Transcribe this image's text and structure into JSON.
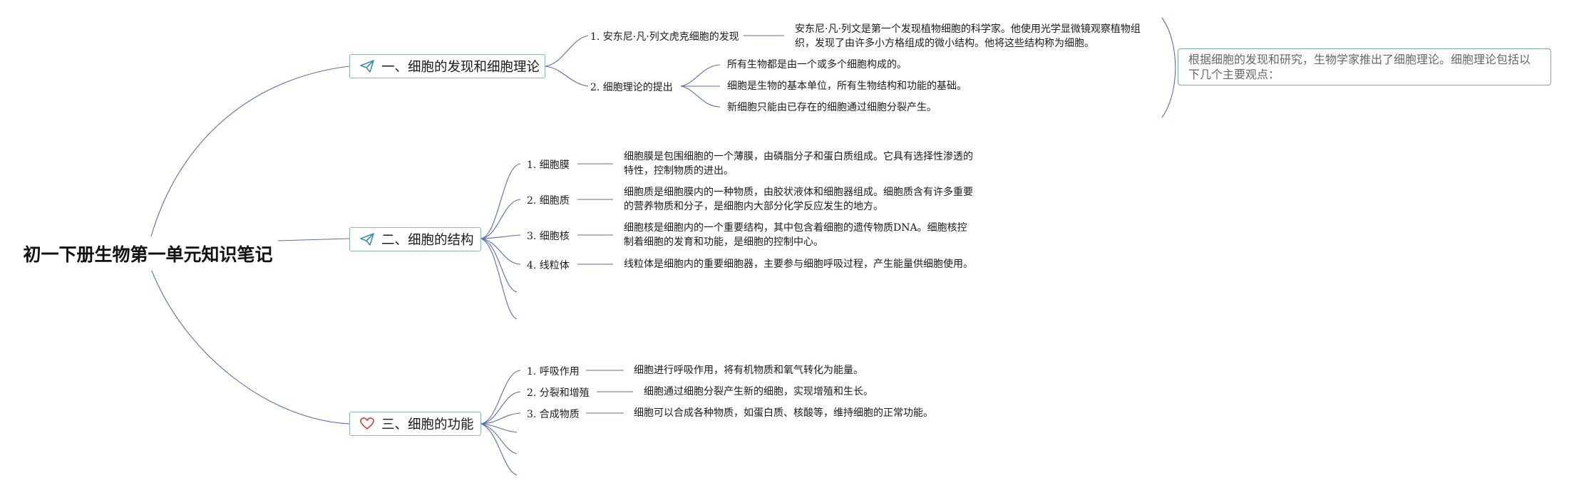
{
  "root": {
    "title": "初一下册生物第一单元知识笔记"
  },
  "branches": [
    {
      "label": "一、细胞的发现和细胞理论",
      "icon": "paper-plane-icon",
      "items": [
        {
          "label": "1. 安东尼·凡·列文虎克细胞的发现",
          "notes": [
            "安东尼·凡·列文是第一个发现植物细胞的科学家。他使用光学显微镜观察植物组织，发现了由许多小方格组成的微小结构。他将这些结构称为细胞。"
          ]
        },
        {
          "label": "2. 细胞理论的提出",
          "notes": [
            "所有生物都是由一个或多个细胞构成的。",
            "细胞是生物的基本单位，所有生物结构和功能的基础。",
            "新细胞只能由已存在的细胞通过细胞分裂产生。"
          ]
        }
      ],
      "summary": "根据细胞的发现和研究，生物学家推出了细胞理论。细胞理论包括以下几个主要观点："
    },
    {
      "label": "二、细胞的结构",
      "icon": "paper-plane-icon",
      "items": [
        {
          "label": "1. 细胞膜",
          "notes": [
            "细胞膜是包围细胞的一个薄膜，由磷脂分子和蛋白质组成。它具有选择性渗透的特性，控制物质的进出。"
          ]
        },
        {
          "label": "2. 细胞质",
          "notes": [
            "细胞质是细胞膜内的一种物质，由胶状液体和细胞器组成。细胞质含有许多重要的营养物质和分子，是细胞内大部分化学反应发生的地方。"
          ]
        },
        {
          "label": "3. 细胞核",
          "notes": [
            "细胞核是细胞内的一个重要结构，其中包含着细胞的遗传物质DNA。细胞核控制着细胞的发育和功能，是细胞的控制中心。"
          ]
        },
        {
          "label": "4. 线粒体",
          "notes": [
            "线粒体是细胞内的重要细胞器，主要参与细胞呼吸过程，产生能量供细胞使用。"
          ]
        }
      ]
    },
    {
      "label": "三、细胞的功能",
      "icon": "heart-icon",
      "items": [
        {
          "label": "1. 呼吸作用",
          "notes": [
            "细胞进行呼吸作用，将有机物质和氧气转化为能量。"
          ]
        },
        {
          "label": "2. 分裂和增殖",
          "notes": [
            "细胞通过细胞分裂产生新的细胞，实现增殖和生长。"
          ]
        },
        {
          "label": "3. 合成物质",
          "notes": [
            "细胞可以合成各种物质，如蛋白质、核酸等，维持细胞的正常功能。"
          ]
        }
      ]
    }
  ],
  "colors": {
    "connector": "#5a6ea6",
    "branch_border": "#86b7b0",
    "plane_icon": "#3d8fb5",
    "heart_icon": "#d2453a"
  }
}
